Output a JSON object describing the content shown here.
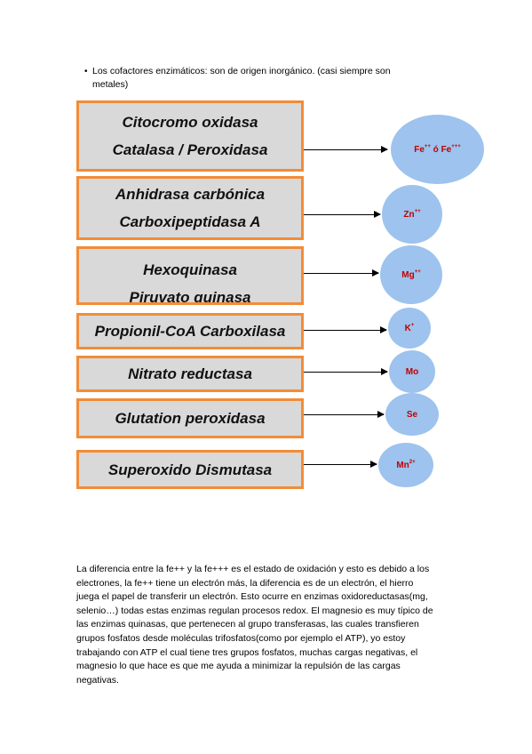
{
  "bullet": {
    "symbol": "•",
    "line1": "Los cofactores enzimáticos: son de origen inorgánico.  (casi siempre son",
    "line2": "metales)"
  },
  "diagram": {
    "rows": [
      {
        "enzymes": [
          "Citocromo oxidasa",
          "Catalasa /  Peroxidasa"
        ],
        "cofactor": "Fe",
        "sup": "++",
        "middle": " ó Fe",
        "sup2": "+++"
      },
      {
        "enzymes": [
          "Anhidrasa carbónica",
          "Carboxipeptidasa A"
        ],
        "cofactor": "Zn",
        "sup": "++"
      },
      {
        "enzymes": [
          "Hexoquinasa",
          "Piruvato quinasa"
        ],
        "cofactor": "Mg",
        "sup": "++"
      },
      {
        "enzymes": [
          "Propionil-CoA Carboxilasa"
        ],
        "cofactor": "K",
        "sup": "+"
      },
      {
        "enzymes": [
          "Nitrato reductasa"
        ],
        "cofactor": "Mo",
        "sup": ""
      },
      {
        "enzymes": [
          "Glutation peroxidasa"
        ],
        "cofactor": "Se",
        "sup": ""
      },
      {
        "enzymes": [
          "Superoxido Dismutasa"
        ],
        "cofactor": "Mn",
        "sup": "2+"
      }
    ]
  },
  "paragraph": {
    "lines": [
      "La diferencia entre la fe++ y la fe+++ es el estado de oxidación y esto es debido a los",
      "electrones, la fe++ tiene un electrón más, la diferencia es de un electrón, el hierro",
      "juega el papel de transferir un electrón.  Esto ocurre en enzimas oxidoreductasas(mg,",
      "selenio…) todas estas enzimas regulan procesos redox.  El magnesio es muy típico de",
      "las enzimas quinasas, que pertenecen al grupo transferasas, las cuales transfieren",
      "grupos fosfatos desde moléculas trifosfatos(como por ejemplo el ATP), yo estoy",
      "trabajando con ATP el cual tiene tres grupos fosfatos, muchas cargas negativas, el",
      "magnesio lo que hace es que me ayuda a minimizar la repulsión de las cargas",
      "negativas."
    ]
  }
}
